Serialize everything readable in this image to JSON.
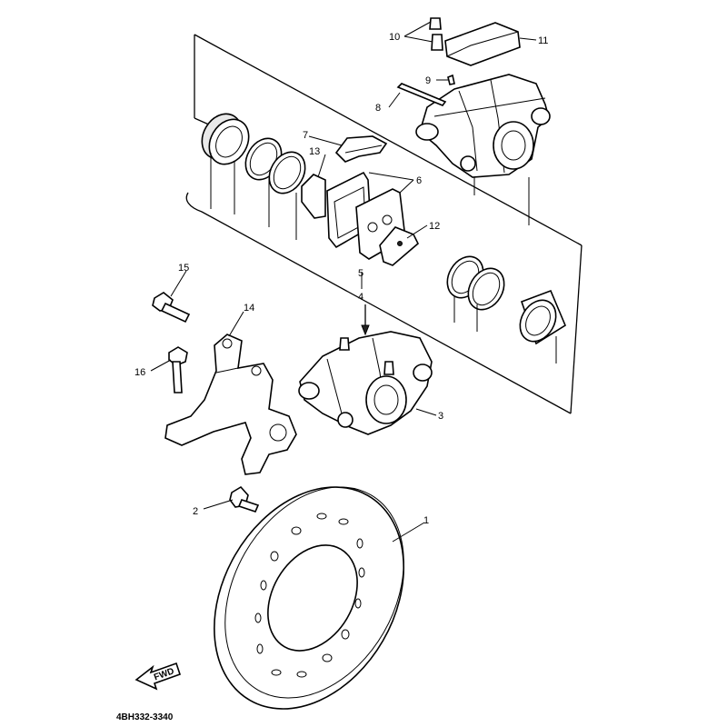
{
  "diagram": {
    "callouts": [
      {
        "id": "c1",
        "text": "1"
      },
      {
        "id": "c2",
        "text": "2"
      },
      {
        "id": "c3",
        "text": "3"
      },
      {
        "id": "c4",
        "text": "4"
      },
      {
        "id": "c5",
        "text": "5"
      },
      {
        "id": "c6",
        "text": "6"
      },
      {
        "id": "c7",
        "text": "7"
      },
      {
        "id": "c8",
        "text": "8"
      },
      {
        "id": "c9",
        "text": "9"
      },
      {
        "id": "c10",
        "text": "10"
      },
      {
        "id": "c11",
        "text": "11"
      },
      {
        "id": "c12",
        "text": "12"
      },
      {
        "id": "c13",
        "text": "13"
      },
      {
        "id": "c14",
        "text": "14"
      },
      {
        "id": "c15",
        "text": "15"
      },
      {
        "id": "c16",
        "text": "16"
      }
    ],
    "fwd_badge": "FWD",
    "diagram_code": "4BH332-3340"
  }
}
